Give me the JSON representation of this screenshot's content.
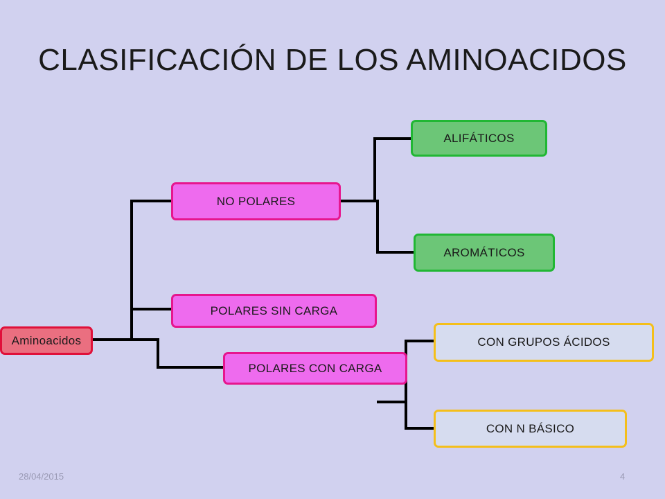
{
  "title": "CLASIFICACIÓN DE LOS AMINOACIDOS",
  "nodes": {
    "root": "Aminoacidos",
    "no_polares": "NO POLARES",
    "polares_sin_carga": "POLARES SIN CARGA",
    "polares_con_carga": "POLARES CON CARGA",
    "alifaticos": "ALIFÁTICOS",
    "aromaticos": "AROMÁTICOS",
    "grupos_acidos": "CON GRUPOS ÁCIDOS",
    "n_basico": "CON N BÁSICO"
  },
  "footer": {
    "date": "28/04/2015",
    "page": "4"
  },
  "colors": {
    "background": "#d1d1ef",
    "root_fill": "#ea6f80",
    "root_border": "#e0103a",
    "magenta_fill": "#ee6bee",
    "magenta_border": "#e6168e",
    "green_fill": "#6cc677",
    "green_border": "#21b734",
    "yellow_fill": "#d6dcef",
    "yellow_border": "#f4bf1a",
    "connector": "#000000"
  }
}
